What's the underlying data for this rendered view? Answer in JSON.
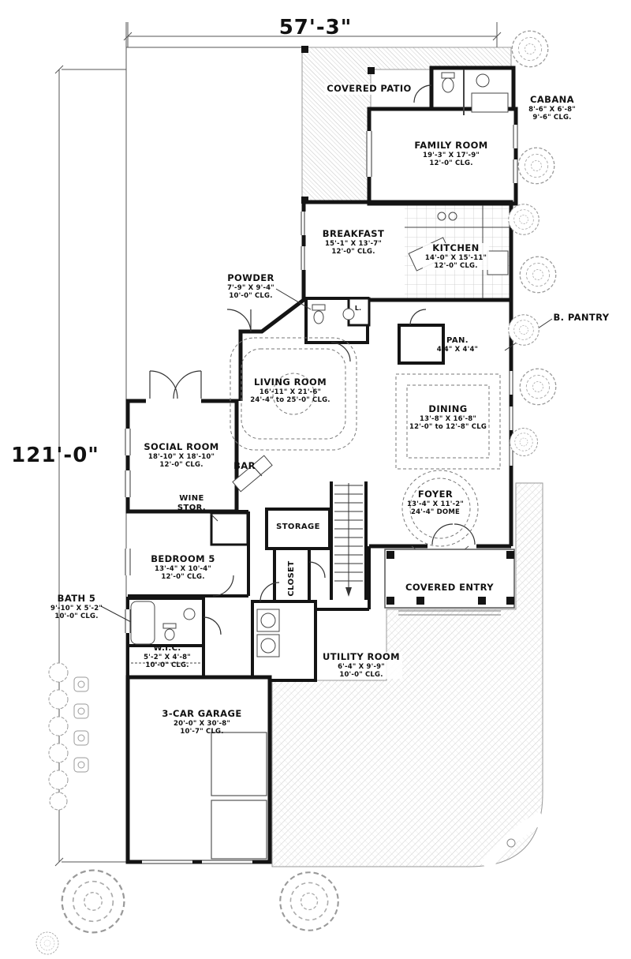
{
  "dimensions": {
    "top": "57'-3\"",
    "left": "121'-0\""
  },
  "rooms": {
    "covered_patio": {
      "name": "COVERED PATIO"
    },
    "cabana": {
      "name": "CABANA",
      "size": "8'-6\" X 6'-8\"",
      "clg": "9'-6\" CLG."
    },
    "family_room": {
      "name": "FAMILY ROOM",
      "size": "19'-3\" X 17'-9\"",
      "clg": "12'-0\" CLG."
    },
    "breakfast": {
      "name": "BREAKFAST",
      "size": "15'-1\" X 13'-7\"",
      "clg": "12'-0\" CLG."
    },
    "kitchen": {
      "name": "KITCHEN",
      "size": "14'-0\" X 15'-11\"",
      "clg": "12'-0\" CLG."
    },
    "powder": {
      "name": "POWDER",
      "size": "7'-9\" X 9'-4\"",
      "clg": "10'-0\" CLG."
    },
    "butlers_pantry": {
      "name": "B. PANTRY"
    },
    "pantry": {
      "name": "PAN.",
      "size": "4'4\" X 4'4\""
    },
    "living_room": {
      "name": "LIVING ROOM",
      "size": "16'-11\" X 21'-6\"",
      "clg": "24'-4\" to 25'-0\" CLG."
    },
    "dining": {
      "name": "DINING",
      "size": "13'-8\" X 16'-8\"",
      "clg": "12'-0\" to 12'-8\" CLG"
    },
    "social_room": {
      "name": "SOCIAL ROOM",
      "size": "18'-10\" X 18'-10\"",
      "clg": "12'-0\" CLG."
    },
    "bar": {
      "name": "BAR"
    },
    "wine_storage": {
      "name_line1": "WINE",
      "name_line2": "STOR."
    },
    "storage": {
      "name": "STORAGE"
    },
    "foyer": {
      "name": "FOYER",
      "size": "13'-4\" X 11'-2\"",
      "clg": "24'-4\" DOME"
    },
    "bedroom5": {
      "name": "BEDROOM 5",
      "size": "13'-4\" X 10'-4\"",
      "clg": "12'-0\" CLG."
    },
    "closet": {
      "name": "CLOSET"
    },
    "covered_entry": {
      "name": "COVERED ENTRY"
    },
    "bath5": {
      "name": "BATH 5",
      "size": "9'-10\" X 5'-2\"",
      "clg": "10'-0\" CLG."
    },
    "wic": {
      "name": "W.I.C.",
      "size": "5'-2\" X 4'-8\"",
      "clg": "10'-0\" CLG."
    },
    "utility": {
      "name": "UTILITY ROOM",
      "size": "6'-4\" X 9'-9\"",
      "clg": "10'-0\" CLG."
    },
    "garage": {
      "name": "3-CAR GARAGE",
      "size": "20'-0\" X 30'-8\"",
      "clg": "10'-7\" CLG."
    }
  },
  "small_labels": {
    "linen": "L."
  },
  "colors": {
    "wall": "#141414",
    "hatch": "#c2c2c2",
    "tree": "#9a9a9a"
  }
}
